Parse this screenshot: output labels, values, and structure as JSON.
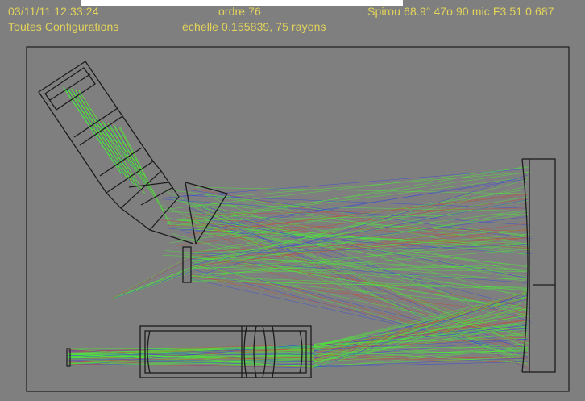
{
  "header": {
    "datetime": "03/11/11 12:33:24",
    "configuration": "Toutes Configurations",
    "order": "ordre 76",
    "scale": "échelle 0.155839, 75 rayons",
    "spec": "Spirou 68.9° 47o 90 mic F3.51 0.687"
  },
  "colors": {
    "background": "#7f7f7f",
    "label": "#e3d35a",
    "outline": "#1c1c1c",
    "ray_green": "#4ee83a",
    "ray_blue": "#3a4cd8",
    "ray_red": "#c0503a"
  }
}
